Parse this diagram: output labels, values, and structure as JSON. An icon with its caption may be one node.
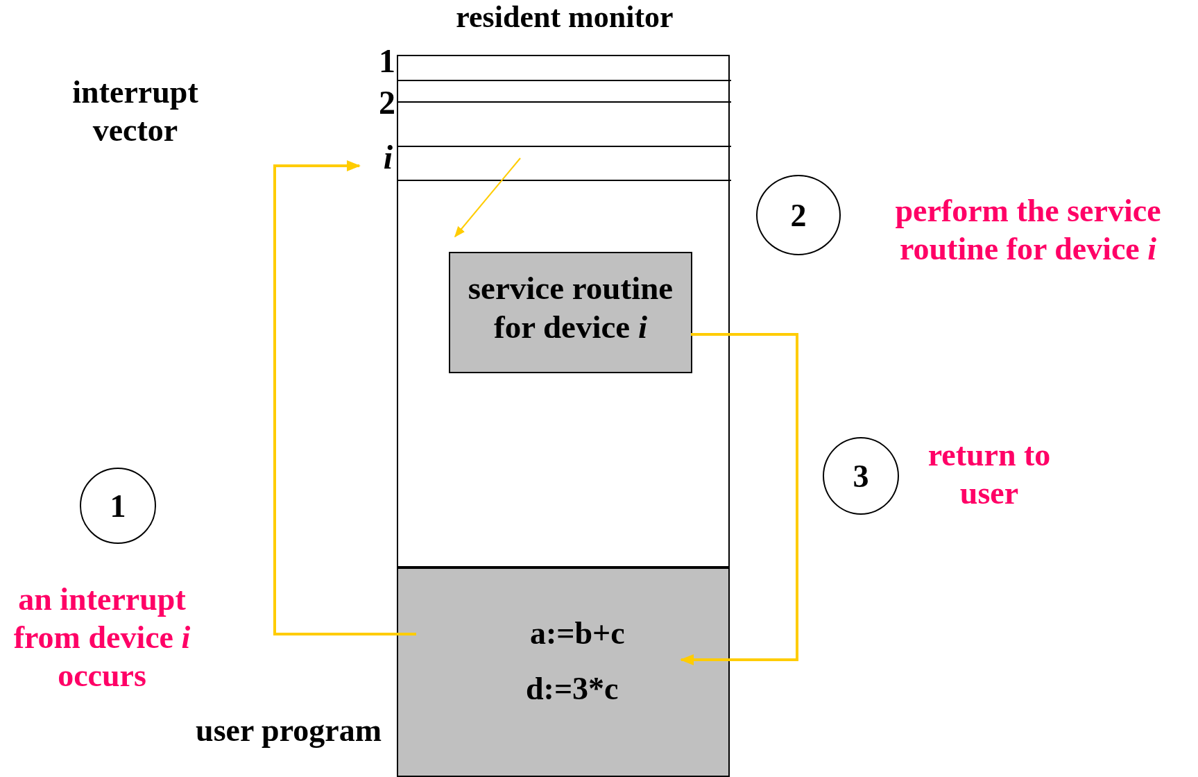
{
  "diagram": {
    "nodes": [
      {
        "text": [
          "resident monitor"
        ]
      },
      {
        "text": [],
        "shape": "box",
        "in": 0,
        "beside": [
          "1"
        ]
      },
      {
        "text": [],
        "shape": "box",
        "in": 0,
        "beside": [
          "2"
        ]
      },
      {
        "text": [],
        "shape": "box",
        "in": 0
      },
      {
        "text": [],
        "shape": "box",
        "in": 0,
        "beside": [
          "*i*"
        ]
      },
      {
        "text": [
          "service routine for device *i*"
        ],
        "in": 0
      },
      {
        "text": [
          "user program",
          "a:=b+c",
          "d:=3*c"
        ]
      },
      {
        "text": [
          "1"
        ],
        "beside": [
          "an interrupt from device *i* occurs"
        ]
      },
      {
        "text": [
          "2"
        ],
        "beside": [
          "perform the service routine for device *i*"
        ]
      },
      {
        "text": [
          "3"
        ],
        "beside": [
          "return to user"
        ]
      }
    ],
    "edges": [
      {
        "from": 6,
        "to": 4,
        "arrow": "to"
      },
      {
        "from": 4,
        "to": 5,
        "arrow": "to"
      },
      {
        "from": 5,
        "to": 6,
        "arrow": "to"
      }
    ],
    "labels": [
      "interrupt vector"
    ]
  }
}
